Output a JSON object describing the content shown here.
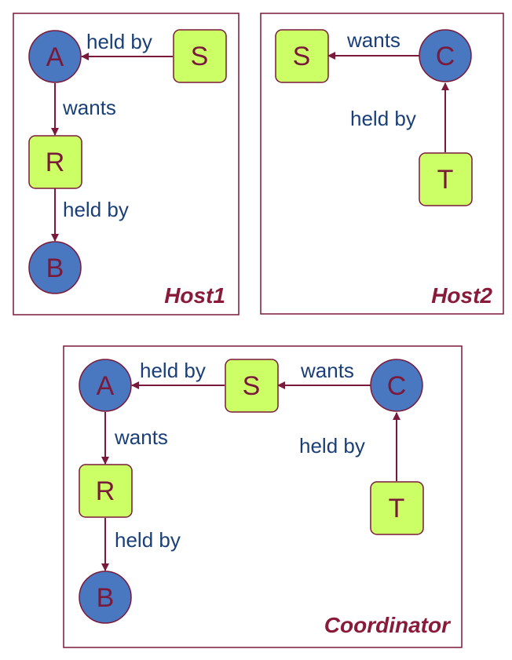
{
  "edge_labels": {
    "held_by": "held by",
    "wants": "wants"
  },
  "colors": {
    "process_fill": "#4a78c0",
    "resource_fill": "#ccff66",
    "outline": "#7a1a3a",
    "label_text": "#1a3f78",
    "title_text": "#8a1a3a"
  },
  "panels": [
    {
      "title": "Host1",
      "nodes": [
        {
          "id": "A",
          "label": "A",
          "kind": "process"
        },
        {
          "id": "S",
          "label": "S",
          "kind": "resource"
        },
        {
          "id": "R",
          "label": "R",
          "kind": "resource"
        },
        {
          "id": "B",
          "label": "B",
          "kind": "process"
        }
      ],
      "edges": [
        {
          "from": "S",
          "to": "A",
          "label": "held by"
        },
        {
          "from": "A",
          "to": "R",
          "label": "wants"
        },
        {
          "from": "R",
          "to": "B",
          "label": "held by"
        }
      ]
    },
    {
      "title": "Host2",
      "nodes": [
        {
          "id": "S",
          "label": "S",
          "kind": "resource"
        },
        {
          "id": "C",
          "label": "C",
          "kind": "process"
        },
        {
          "id": "T",
          "label": "T",
          "kind": "resource"
        }
      ],
      "edges": [
        {
          "from": "C",
          "to": "S",
          "label": "wants"
        },
        {
          "from": "T",
          "to": "C",
          "label": "held by"
        }
      ]
    },
    {
      "title": "Coordinator",
      "nodes": [
        {
          "id": "A",
          "label": "A",
          "kind": "process"
        },
        {
          "id": "S",
          "label": "S",
          "kind": "resource"
        },
        {
          "id": "C",
          "label": "C",
          "kind": "process"
        },
        {
          "id": "R",
          "label": "R",
          "kind": "resource"
        },
        {
          "id": "T",
          "label": "T",
          "kind": "resource"
        },
        {
          "id": "B",
          "label": "B",
          "kind": "process"
        }
      ],
      "edges": [
        {
          "from": "S",
          "to": "A",
          "label": "held by"
        },
        {
          "from": "C",
          "to": "S",
          "label": "wants"
        },
        {
          "from": "A",
          "to": "R",
          "label": "wants"
        },
        {
          "from": "T",
          "to": "C",
          "label": "held by"
        },
        {
          "from": "R",
          "to": "B",
          "label": "held by"
        }
      ]
    }
  ]
}
